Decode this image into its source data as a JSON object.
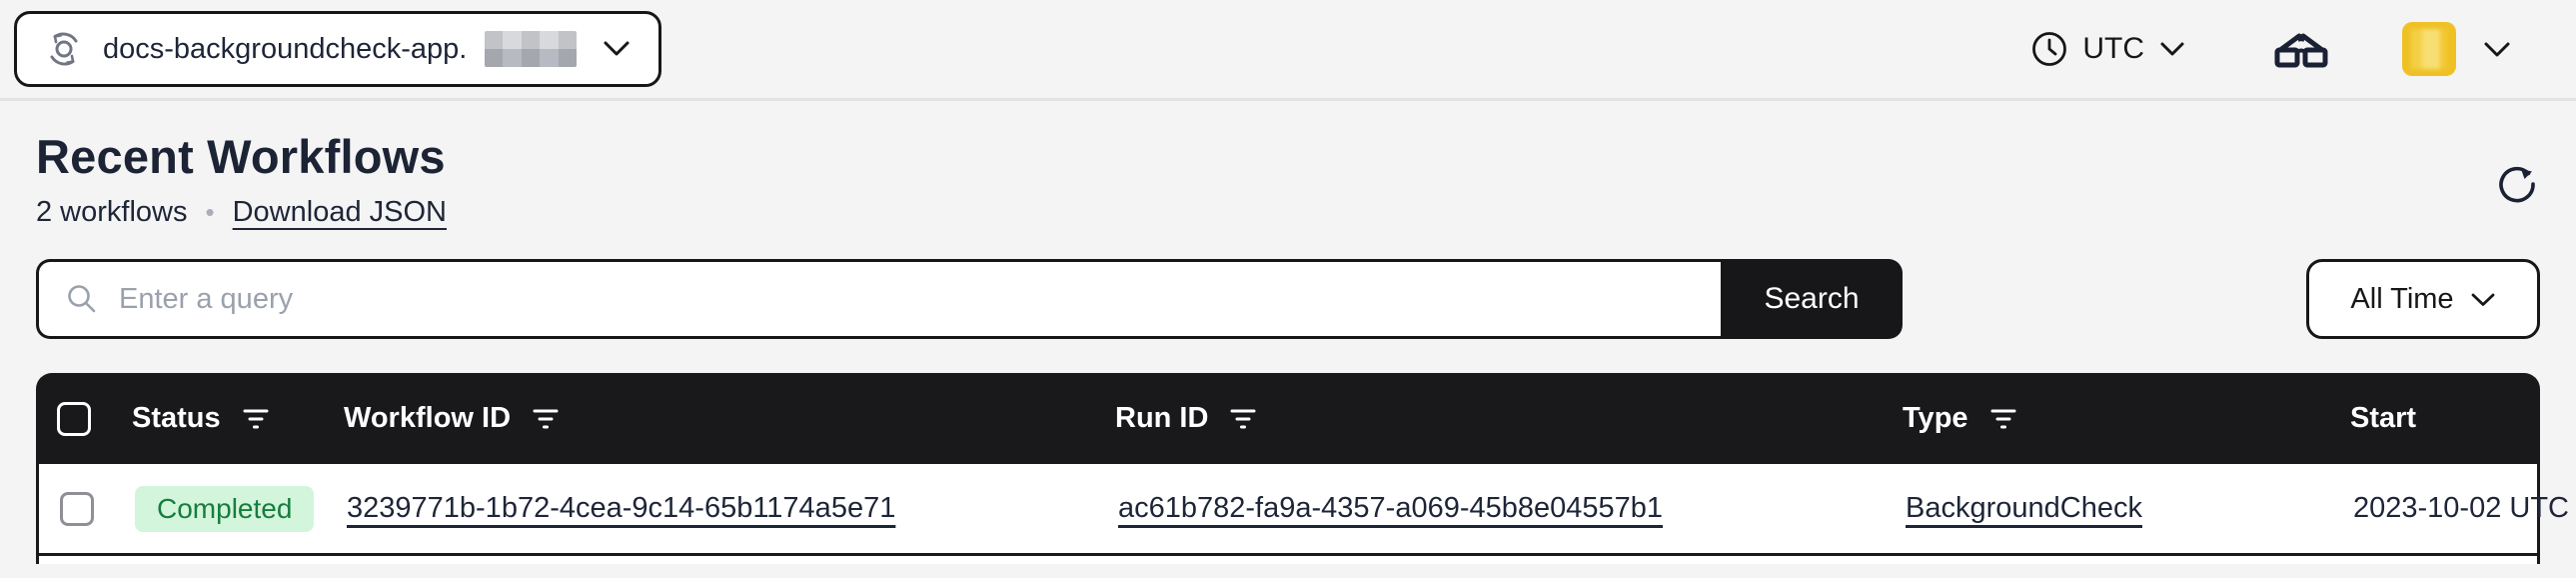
{
  "topbar": {
    "namespace": {
      "label": "docs-backgroundcheck-app.",
      "redacted_suffix": true
    },
    "timezone": {
      "selected": "UTC"
    },
    "icons": {
      "namespace": "sync-circle-icon",
      "timezone": "clock-icon",
      "labs": "glasses-icon",
      "account": "avatar-yellow"
    }
  },
  "page": {
    "title": "Recent Workflows",
    "count_label": "2 workflows",
    "separator": "•",
    "download_label": "Download JSON"
  },
  "search": {
    "placeholder": "Enter a query",
    "value": "",
    "button_label": "Search",
    "time_filter_selected": "All Time"
  },
  "table": {
    "columns": [
      {
        "label": "Status",
        "filterable": true
      },
      {
        "label": "Workflow ID",
        "filterable": true
      },
      {
        "label": "Run ID",
        "filterable": true
      },
      {
        "label": "Type",
        "filterable": true
      },
      {
        "label": "Start",
        "filterable": false
      }
    ],
    "rows": [
      {
        "status": "Completed",
        "workflow_id": "3239771b-1b72-4cea-9c14-65b1174a5e71",
        "run_id": "ac61b782-fa9a-4357-a069-45b8e04557b1",
        "type": "BackgroundCheck",
        "start": "2023-10-02 UTC"
      }
    ]
  },
  "colors": {
    "background": "#f4f4f5",
    "ink": "#1e2537",
    "table_header": "#19191c",
    "badge_completed_bg": "#d3f5dc",
    "badge_completed_text": "#177d3e",
    "avatar": "#efc125"
  }
}
